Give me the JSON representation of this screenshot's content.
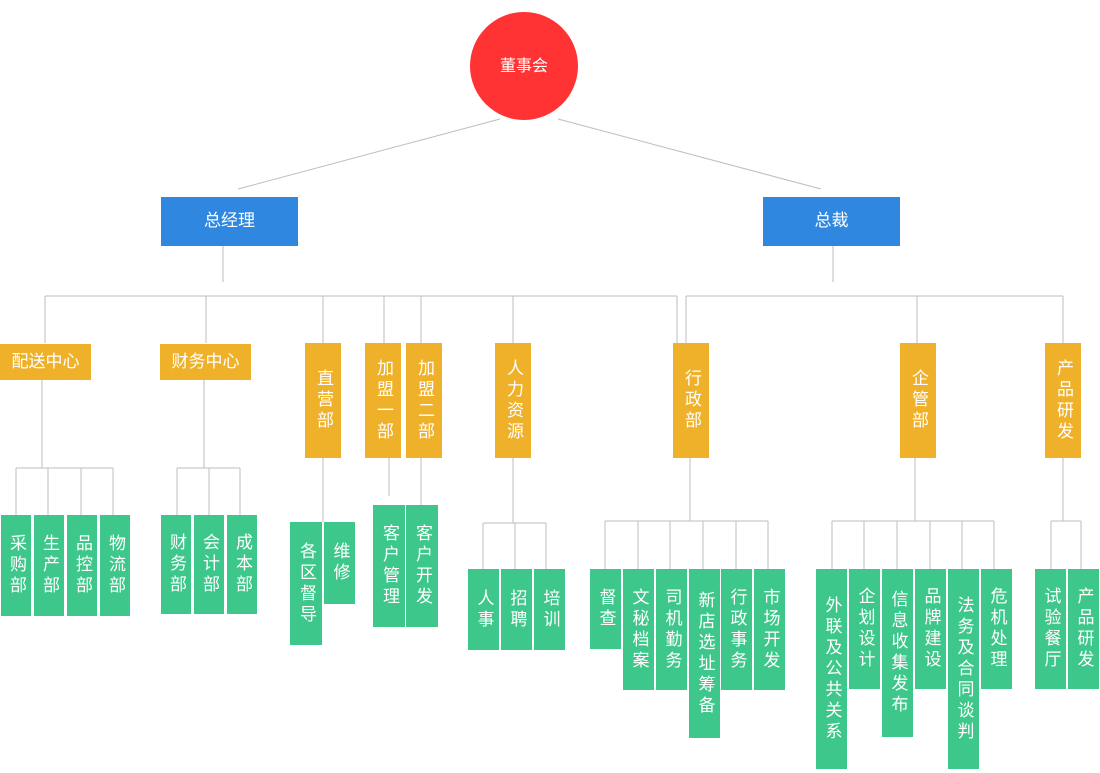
{
  "colors": {
    "root": "#ff3333",
    "executive": "#2f87e0",
    "department": "#f0b12a",
    "team": "#3ec78a",
    "line": "#bdbdbd"
  },
  "root": {
    "label": "董事会"
  },
  "executives": [
    {
      "label": "总经理",
      "departments": [
        {
          "label": "配送中心",
          "teams": [
            "采购部",
            "生产部",
            "品控部",
            "物流部"
          ]
        },
        {
          "label": "财务中心",
          "teams": [
            "财务部",
            "会计部",
            "成本部"
          ]
        },
        {
          "label": "直营部",
          "teams": [
            "各区督导",
            "维修"
          ]
        },
        {
          "label": "加盟一部",
          "teams": [
            "客户管理"
          ]
        },
        {
          "label": "加盟二部",
          "teams": [
            "客户开发"
          ]
        },
        {
          "label": "人力资源",
          "teams": [
            "人事",
            "招聘",
            "培训"
          ]
        },
        {
          "label": "行政部",
          "teams": [
            "督查",
            "文秘档案",
            "司机勤务",
            "新店选址筹备",
            "行政事务",
            "市场开发"
          ]
        }
      ]
    },
    {
      "label": "总裁",
      "departments": [
        {
          "label": "企管部",
          "teams": [
            "外联及公共关系",
            "企划设计",
            "信息收集发布",
            "品牌建设",
            "法务及合同谈判",
            "危机处理"
          ]
        },
        {
          "label": "产品研发",
          "teams": [
            "试验餐厅",
            "产品研发"
          ]
        }
      ]
    }
  ]
}
